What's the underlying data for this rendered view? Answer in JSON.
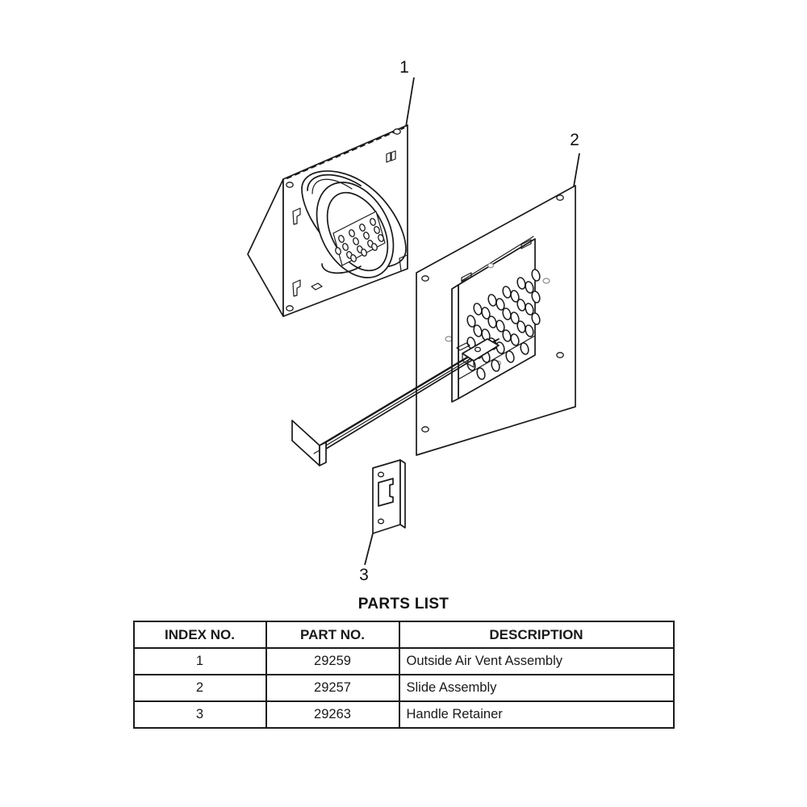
{
  "document": {
    "type": "exploded-parts-diagram",
    "background_color": "#ffffff",
    "line_color": "#1a1a1a"
  },
  "diagram": {
    "callouts": [
      {
        "id": "1",
        "label": "1",
        "target_part": "Outside Air Vent Assembly"
      },
      {
        "id": "2",
        "label": "2",
        "target_part": "Slide Assembly"
      },
      {
        "id": "3",
        "label": "3",
        "target_part": "Handle Retainer"
      }
    ],
    "parts_drawn": [
      {
        "ref": "1",
        "name": "outside-air-vent-assembly",
        "features": "square mounting flange plate with corner holes, round duct collar, perforated inner screen"
      },
      {
        "ref": "2",
        "name": "slide-assembly",
        "features": "square outer plate with corner holes, perforated sliding inner panel, long actuating rod with flat handle"
      },
      {
        "ref": "3",
        "name": "handle-retainer",
        "features": "rectangular plate with two screw holes and a center slot cutout"
      }
    ]
  },
  "parts_list": {
    "title": "PARTS LIST",
    "columns": [
      "INDEX NO.",
      "PART NO.",
      "DESCRIPTION"
    ],
    "rows": [
      {
        "index": "1",
        "part": "29259",
        "description": "Outside Air Vent Assembly"
      },
      {
        "index": "2",
        "part": "29257",
        "description": "Slide Assembly"
      },
      {
        "index": "3",
        "part": "29263",
        "description": "Handle Retainer"
      }
    ]
  }
}
